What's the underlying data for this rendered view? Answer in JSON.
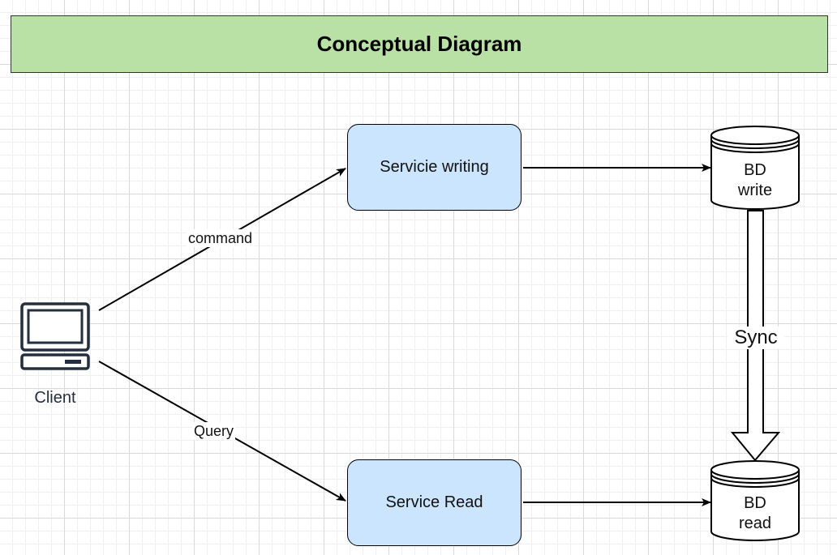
{
  "title": "Conceptual Diagram",
  "colors": {
    "title_fill": "#b9e0a5",
    "service_fill": "#cce5ff",
    "stroke": "#000000",
    "client_icon": "#232f3e"
  },
  "client": {
    "icon": "desktop-computer-icon",
    "label": "Client"
  },
  "edges": {
    "command": "command",
    "query": "Query",
    "sync": "Sync"
  },
  "services": {
    "write": "Servicie writing",
    "read": "Service Read"
  },
  "databases": {
    "write": {
      "line1": "BD",
      "line2": "write"
    },
    "read": {
      "line1": "BD",
      "line2": "read"
    }
  }
}
